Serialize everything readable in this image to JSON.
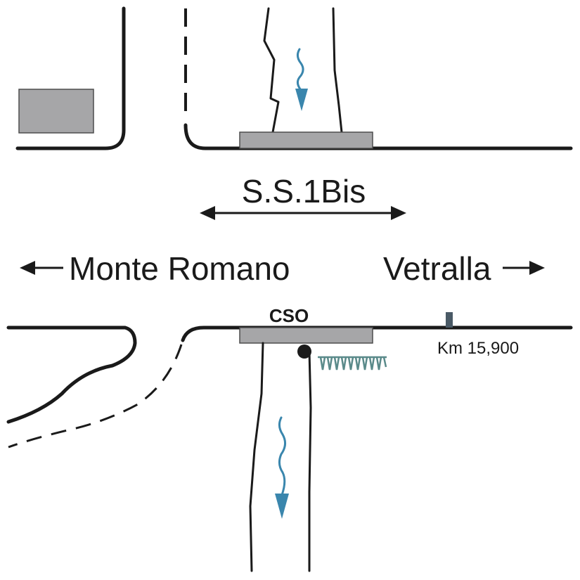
{
  "labels": {
    "road_name": "S.S.1Bis",
    "left_destination": "Monte Romano",
    "right_destination": "Vetralla",
    "site_code": "CSO",
    "kilometre": "Km 15,900"
  },
  "colors": {
    "line": "#1a1a1a",
    "box_fill": "#a6a6a8",
    "water": "#3a86ad",
    "comb": "#5a8a8a"
  },
  "icons": {
    "flow_arrow": "water-flow-arrow-icon",
    "direction_arrow": "arrow-icon",
    "sensor_dot": "sensor-dot-icon",
    "spike_array": "spike-array-icon"
  }
}
